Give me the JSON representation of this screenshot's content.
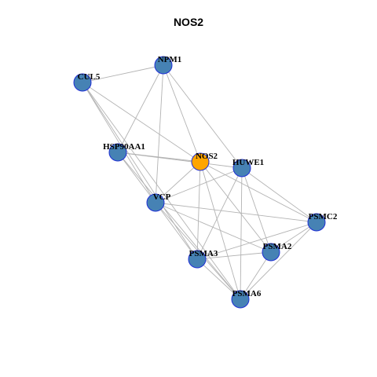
{
  "title": "NOS2",
  "colors": {
    "node_default": "#4682b4",
    "node_focus": "#ffa500",
    "node_border": "#1f2fd6",
    "edge": "#b3b3b3"
  },
  "nodes": [
    {
      "id": "NOS2",
      "label": "NOS2",
      "focus": true
    },
    {
      "id": "NPM1",
      "label": "NPM1"
    },
    {
      "id": "CUL5",
      "label": "CUL5"
    },
    {
      "id": "HSP90AA1",
      "label": "HSP90AA1"
    },
    {
      "id": "HUWE1",
      "label": "HUWE1"
    },
    {
      "id": "VCP",
      "label": "VCP"
    },
    {
      "id": "PSMC2",
      "label": "PSMC2"
    },
    {
      "id": "PSMA2",
      "label": "PSMA2"
    },
    {
      "id": "PSMA3",
      "label": "PSMA3"
    },
    {
      "id": "PSMA6",
      "label": "PSMA6"
    }
  ],
  "edges": [
    [
      "CUL5",
      "NPM1"
    ],
    [
      "CUL5",
      "NOS2"
    ],
    [
      "CUL5",
      "VCP"
    ],
    [
      "CUL5",
      "PSMA3"
    ],
    [
      "CUL5",
      "PSMA6"
    ],
    [
      "NPM1",
      "HSP90AA1"
    ],
    [
      "NPM1",
      "NOS2"
    ],
    [
      "NPM1",
      "HUWE1"
    ],
    [
      "NPM1",
      "VCP"
    ],
    [
      "HSP90AA1",
      "NOS2"
    ],
    [
      "HSP90AA1",
      "HUWE1"
    ],
    [
      "HSP90AA1",
      "VCP"
    ],
    [
      "HSP90AA1",
      "PSMA6"
    ],
    [
      "NOS2",
      "VCP"
    ],
    [
      "NOS2",
      "PSMA3"
    ],
    [
      "NOS2",
      "PSMA2"
    ],
    [
      "NOS2",
      "PSMA6"
    ],
    [
      "NOS2",
      "PSMC2"
    ],
    [
      "HUWE1",
      "VCP"
    ],
    [
      "HUWE1",
      "PSMA3"
    ],
    [
      "HUWE1",
      "PSMA2"
    ],
    [
      "HUWE1",
      "PSMA6"
    ],
    [
      "HUWE1",
      "PSMC2"
    ],
    [
      "VCP",
      "PSMA3"
    ],
    [
      "VCP",
      "PSMA2"
    ],
    [
      "VCP",
      "PSMA6"
    ],
    [
      "VCP",
      "PSMC2"
    ],
    [
      "PSMA3",
      "PSMA2"
    ],
    [
      "PSMA3",
      "PSMA6"
    ],
    [
      "PSMA3",
      "PSMC2"
    ],
    [
      "PSMA2",
      "PSMA6"
    ],
    [
      "PSMA2",
      "PSMC2"
    ],
    [
      "PSMA6",
      "PSMC2"
    ]
  ]
}
